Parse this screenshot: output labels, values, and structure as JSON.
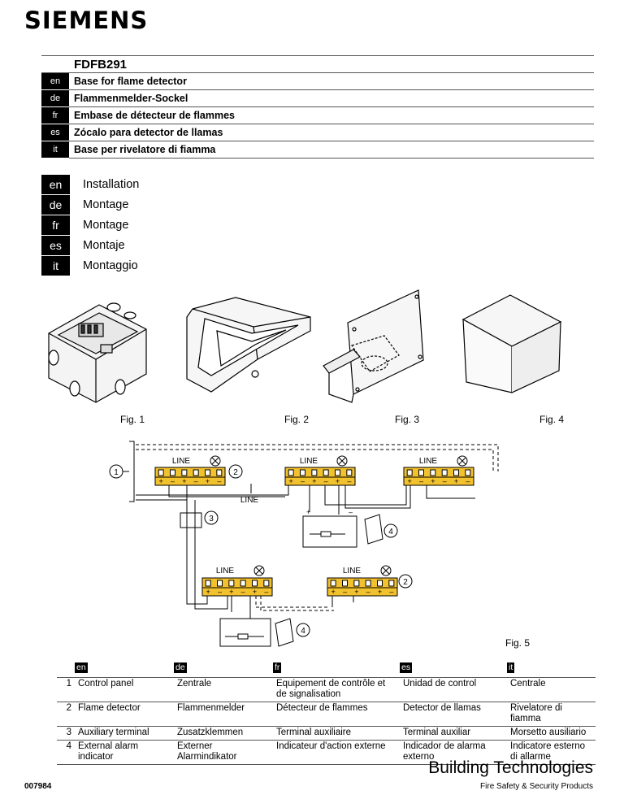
{
  "brand": "SIEMENS",
  "product": {
    "code": "FDFB291",
    "rows": [
      {
        "lang": "en",
        "text": "Base for flame detector"
      },
      {
        "lang": "de",
        "text": "Flammenmelder-Sockel"
      },
      {
        "lang": "fr",
        "text": "Embase de détecteur de flammes"
      },
      {
        "lang": "es",
        "text": "Zócalo para detector de llamas"
      },
      {
        "lang": "it",
        "text": "Base per rivelatore di fiamma"
      }
    ]
  },
  "sections": [
    {
      "lang": "en",
      "text": "Installation"
    },
    {
      "lang": "de",
      "text": "Montage"
    },
    {
      "lang": "fr",
      "text": "Montage"
    },
    {
      "lang": "es",
      "text": "Montaje"
    },
    {
      "lang": "it",
      "text": "Montaggio"
    }
  ],
  "figures": {
    "fig1": "Fig. 1",
    "fig2": "Fig. 2",
    "fig3": "Fig. 3",
    "fig4": "Fig. 4",
    "fig5": "Fig. 5"
  },
  "wiring": {
    "line_label": "LINE",
    "plus": "+",
    "minus": "–",
    "callouts": [
      "1",
      "2",
      "3",
      "4"
    ]
  },
  "legend": {
    "langs": [
      "en",
      "de",
      "fr",
      "es",
      "it"
    ],
    "rows": [
      {
        "num": "1",
        "en": "Control panel",
        "de": "Zentrale",
        "fr": "Equipement de contrôle et de signalisation",
        "es": "Unidad de control",
        "it": "Centrale"
      },
      {
        "num": "2",
        "en": "Flame detector",
        "de": "Flammenmelder",
        "fr": "Détecteur de flammes",
        "es": "Detector de llamas",
        "it": "Rivelatore di fiamma"
      },
      {
        "num": "3",
        "en": "Auxiliary terminal",
        "de": "Zusatzklemmen",
        "fr": "Terminal auxiliaire",
        "es": "Terminal auxiliar",
        "it": "Morsetto ausiliario"
      },
      {
        "num": "4",
        "en": "External alarm indicator",
        "de": "Externer Alarmindikator",
        "fr": "Indicateur d'action externe",
        "es": "Indicador de alarma externo",
        "it": "Indicatore esterno di allarme"
      }
    ]
  },
  "footer": {
    "division": "Building Technologies",
    "subtitle": "Fire Safety & Security Products",
    "doc_number": "007984"
  },
  "colors": {
    "terminal_yellow": "#f2c12e",
    "line_black": "#000000"
  }
}
